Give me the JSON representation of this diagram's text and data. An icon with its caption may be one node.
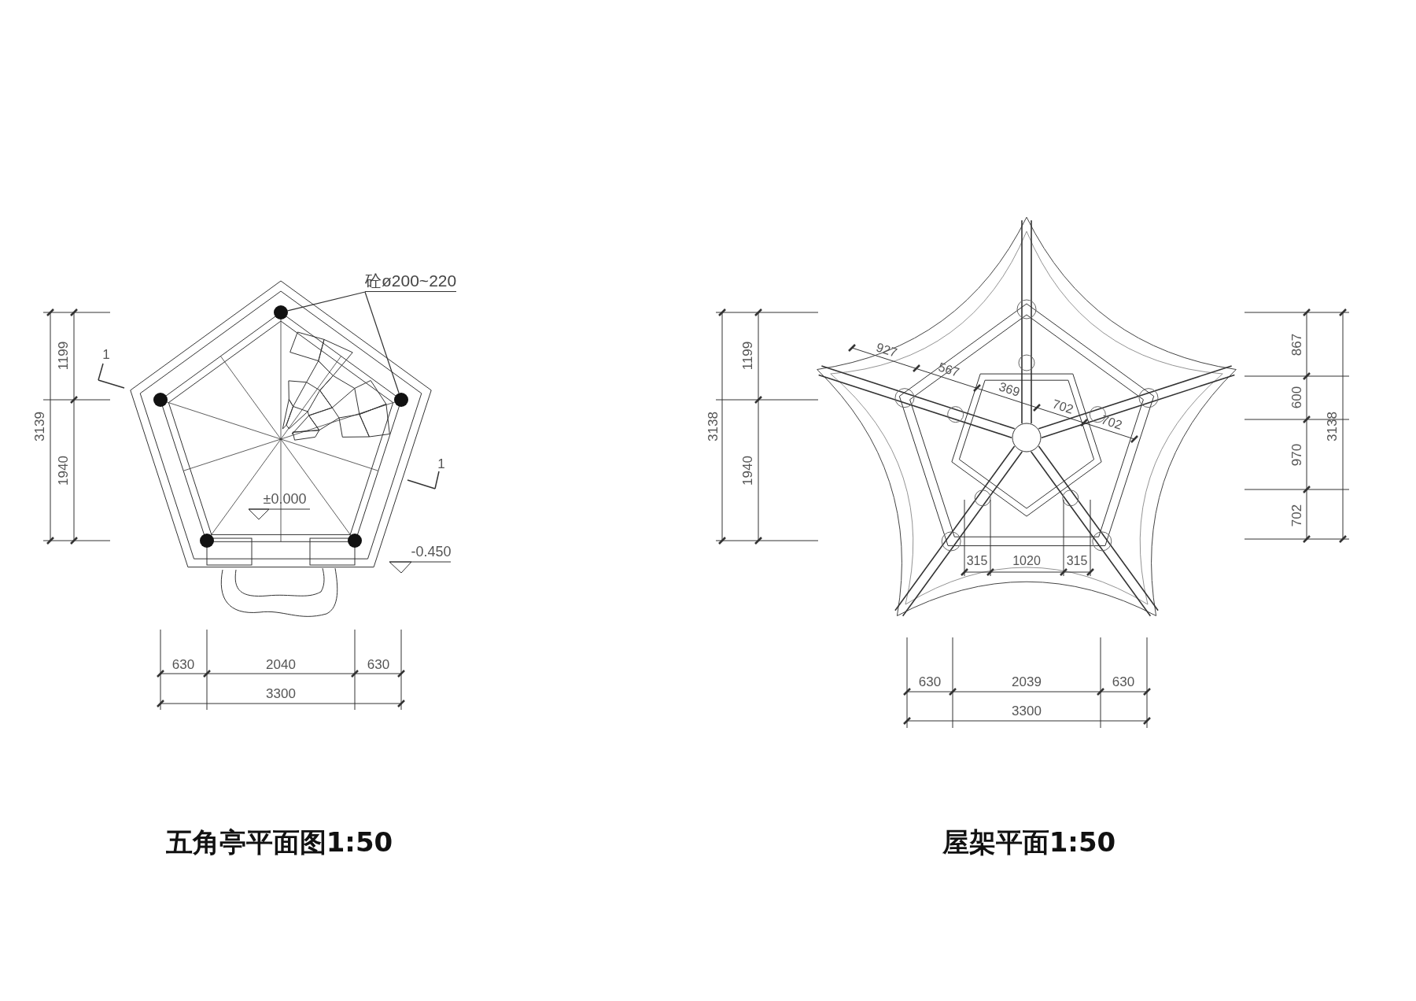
{
  "diagram": {
    "nodes": [
      {
        "text": [
          "砼ø200~220"
        ]
      },
      {
        "text": [],
        "shape": "circle"
      },
      {
        "text": [],
        "shape": "circle"
      },
      {
        "text": [],
        "shape": "circle"
      },
      {
        "text": [],
        "shape": "circle"
      },
      {
        "text": [],
        "shape": "circle"
      }
    ],
    "edges": [
      {
        "from": 0,
        "to": 1,
        "arrow": "none"
      },
      {
        "from": 0,
        "to": 3,
        "arrow": "none"
      }
    ],
    "labels": [
      "1199",
      "1",
      "3139",
      "1940",
      "1",
      "±0.000",
      "-0.450",
      "630",
      "2040",
      "630",
      "3300",
      "1199",
      "927",
      "867",
      "567",
      "369",
      "702",
      "702",
      "600",
      "3138",
      "3138",
      "1940",
      "970",
      "702",
      "315",
      "1020",
      "315",
      "630",
      "2039",
      "630",
      "3300",
      "五角亭平面图1:50",
      "屋架平面1:50"
    ]
  }
}
